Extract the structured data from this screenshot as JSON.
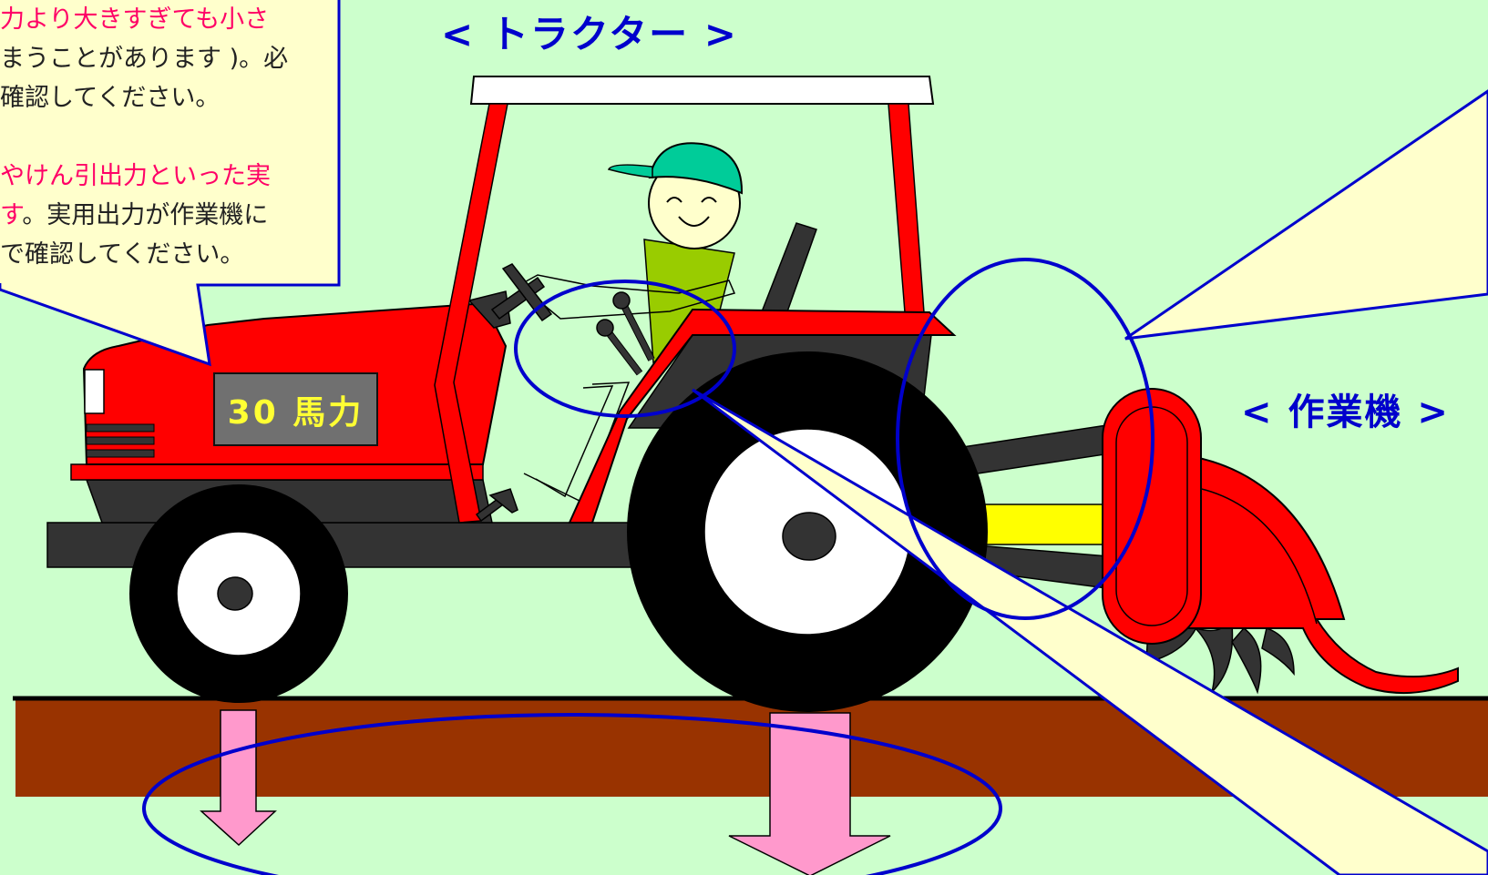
{
  "labels": {
    "tractor": "< トラクター >",
    "implement": "< 作業機 >",
    "horsepower": "30 馬力"
  },
  "callout": {
    "lines": [
      {
        "text": "力より大きすぎても小さ",
        "color": "pink"
      },
      {
        "text": "まうことがあります )。必",
        "color": "dark"
      },
      {
        "text": "確認してください。",
        "color": "dark"
      },
      {
        "text": "",
        "color": "dark"
      },
      {
        "text": "やけん引出力といった実",
        "color": "pink"
      },
      {
        "text_pink": "す",
        "text_rest": "。実用出力が作業機に",
        "color": "mixed"
      },
      {
        "text": "で確認してください。",
        "color": "dark"
      }
    ]
  },
  "colors": {
    "background": "#ccffcc",
    "tractor_body": "#ff0000",
    "dark_part": "#333333",
    "tire": "#000000",
    "soil": "#993300",
    "arrow": "#ff99cc",
    "callout_fill": "#ffffcc",
    "outline_blue": "#0000cc",
    "label_blue": "#0000cc",
    "cap": "#00cc99",
    "shirt": "#99cc00",
    "pto_shaft": "#ffff00"
  },
  "icons": [
    "tractor-illustration",
    "driver-figure",
    "rotary-tiller-illustration",
    "downward-arrow"
  ]
}
